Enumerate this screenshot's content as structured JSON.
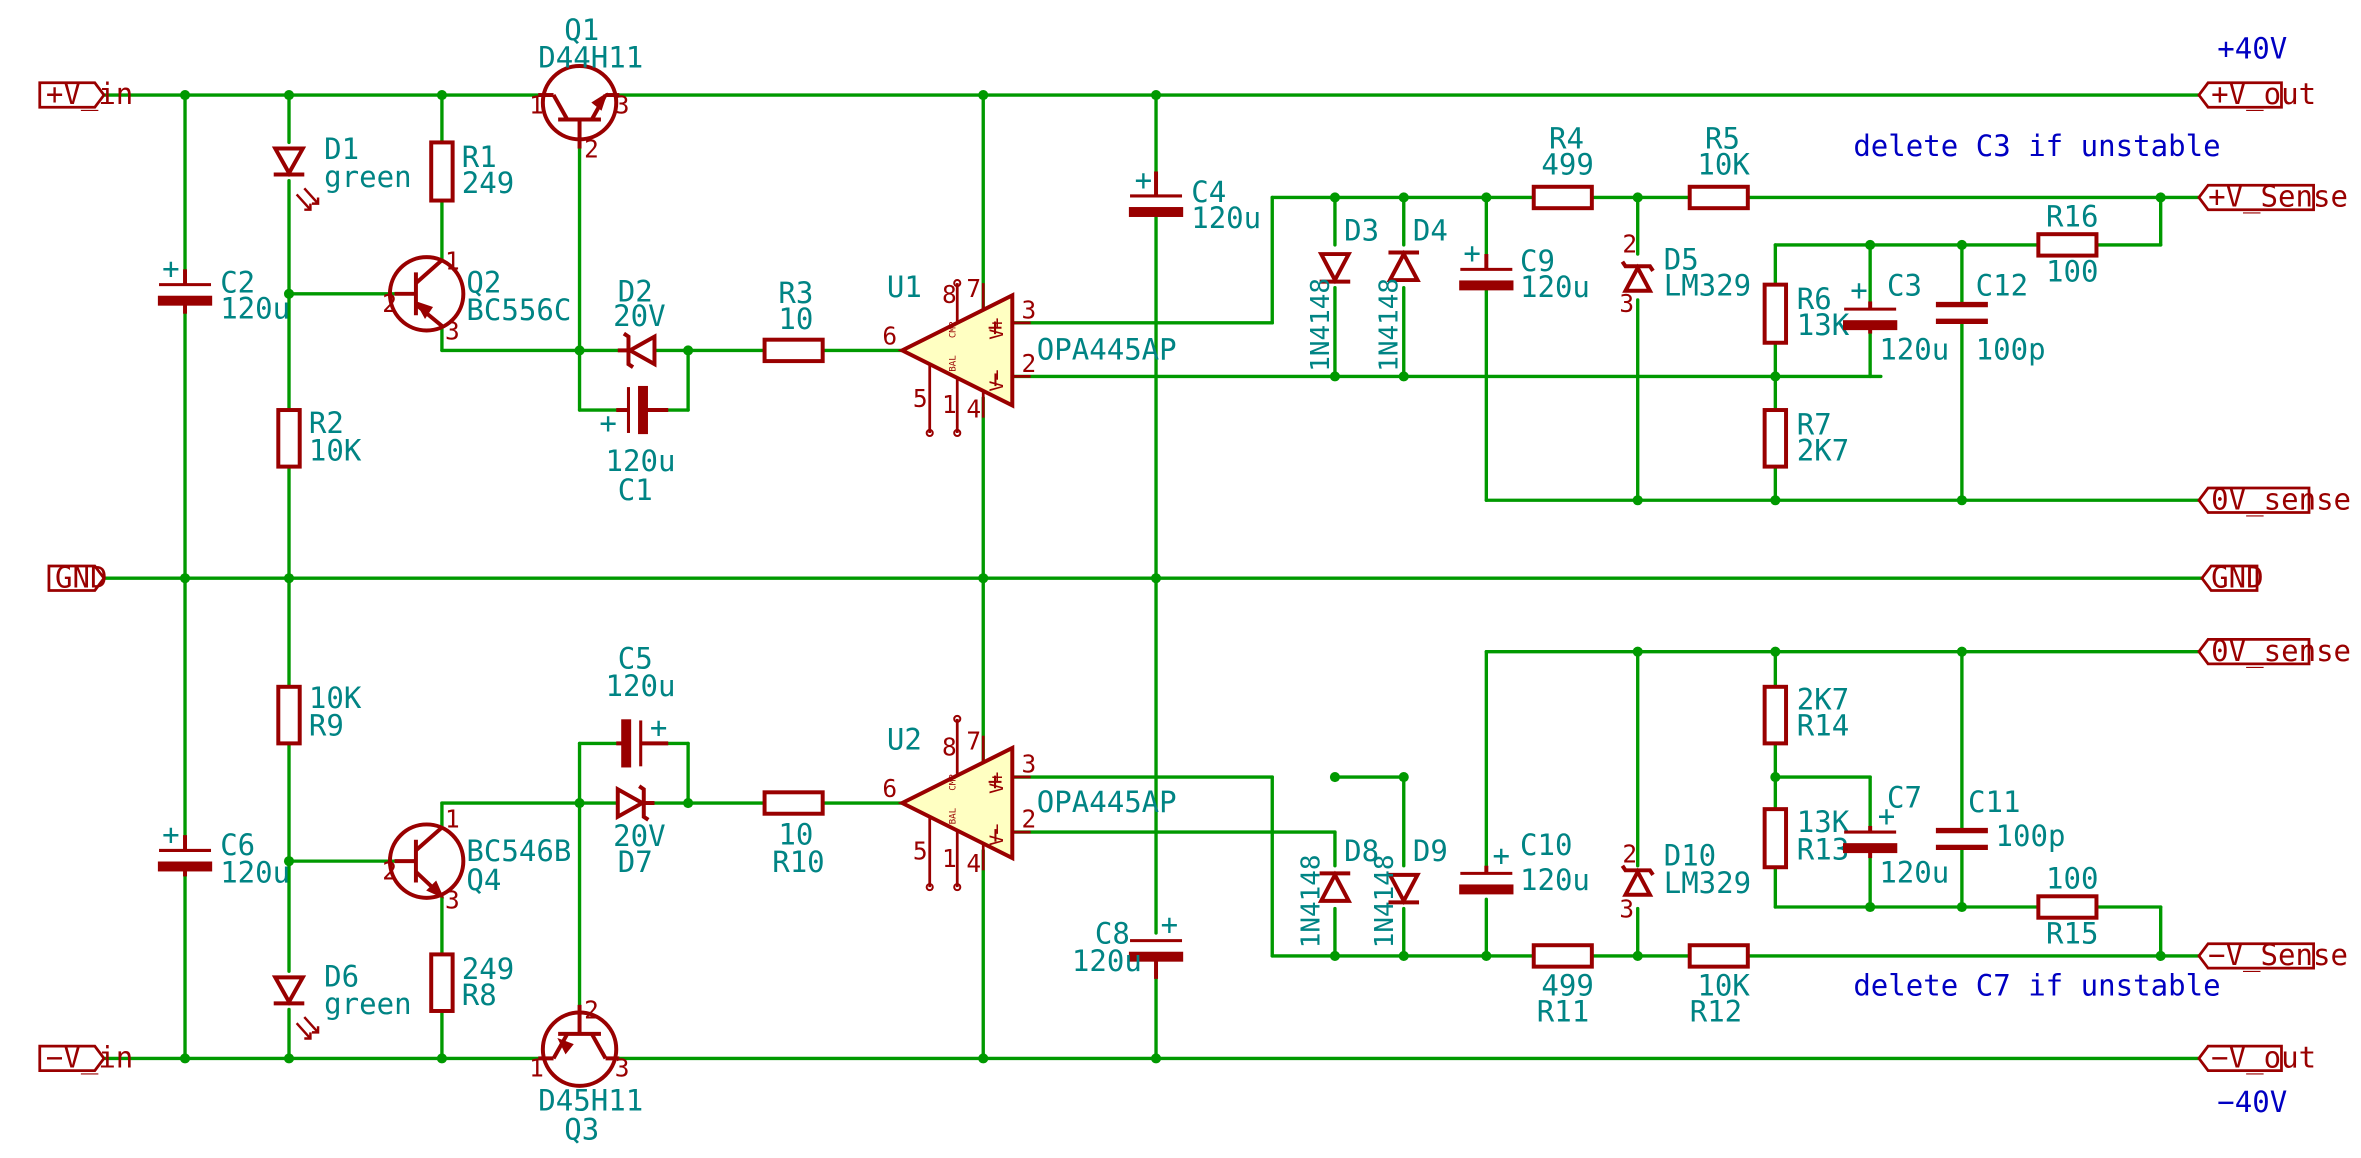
{
  "ports": {
    "vin_pos": "+V_in",
    "vin_neg": "−V_in",
    "gnd_left": "GND",
    "gnd_right": "GND",
    "vout_pos": "+V_out",
    "vout_neg": "−V_out",
    "vsense_pos": "+V_Sense",
    "vsense_neg": "−V_Sense",
    "ov_sense_top": "0V_sense",
    "ov_sense_bot": "0V_sense"
  },
  "rails": {
    "pos": "+40V",
    "neg": "−40V"
  },
  "notes": {
    "c3": "delete C3 if unstable",
    "c7": "delete C7 if unstable"
  },
  "components": {
    "q1": {
      "ref": "Q1",
      "value": "D44H11"
    },
    "q2": {
      "ref": "Q2",
      "value": "BC556C"
    },
    "q3": {
      "ref": "Q3",
      "value": "D45H11"
    },
    "q4": {
      "ref": "Q4",
      "value": "BC546B"
    },
    "d1": {
      "ref": "D1",
      "value": "green"
    },
    "d2": {
      "ref": "D2",
      "value": "20V"
    },
    "d3": {
      "ref": "D3",
      "value": "1N4148"
    },
    "d4": {
      "ref": "D4",
      "value": "1N4148"
    },
    "d5": {
      "ref": "D5",
      "value": "LM329"
    },
    "d6": {
      "ref": "D6",
      "value": "green"
    },
    "d7": {
      "ref": "D7",
      "value": "20V"
    },
    "d8": {
      "ref": "D8",
      "value": "1N4148"
    },
    "d9": {
      "ref": "D9",
      "value": "1N4148"
    },
    "d10": {
      "ref": "D10",
      "value": "LM329"
    },
    "r1": {
      "ref": "R1",
      "value": "249"
    },
    "r2": {
      "ref": "R2",
      "value": "10K"
    },
    "r3": {
      "ref": "R3",
      "value": "10"
    },
    "r4": {
      "ref": "R4",
      "value": "499"
    },
    "r5": {
      "ref": "R5",
      "value": "10K"
    },
    "r6": {
      "ref": "R6",
      "value": "13K"
    },
    "r7": {
      "ref": "R7",
      "value": "2K7"
    },
    "r8": {
      "ref": "R8",
      "value": "249"
    },
    "r9": {
      "ref": "R9",
      "value": "10K"
    },
    "r10": {
      "ref": "R10",
      "value": "10"
    },
    "r11": {
      "ref": "R11",
      "value": "499"
    },
    "r12": {
      "ref": "R12",
      "value": "10K"
    },
    "r13": {
      "ref": "R13",
      "value": "13K"
    },
    "r14": {
      "ref": "R14",
      "value": "2K7"
    },
    "r15": {
      "ref": "R15",
      "value": "100"
    },
    "r16": {
      "ref": "R16",
      "value": "100"
    },
    "c1": {
      "ref": "C1",
      "value": "120u"
    },
    "c2": {
      "ref": "C2",
      "value": "120u"
    },
    "c3": {
      "ref": "C3",
      "value": "120u"
    },
    "c4": {
      "ref": "C4",
      "value": "120u"
    },
    "c5": {
      "ref": "C5",
      "value": "120u"
    },
    "c6": {
      "ref": "C6",
      "value": "120u"
    },
    "c7": {
      "ref": "C7",
      "value": "120u"
    },
    "c8": {
      "ref": "C8",
      "value": "120u"
    },
    "c9": {
      "ref": "C9",
      "value": "120u"
    },
    "c10": {
      "ref": "C10",
      "value": "120u"
    },
    "c11": {
      "ref": "C11",
      "value": "100p"
    },
    "c12": {
      "ref": "C12",
      "value": "100p"
    },
    "u1": {
      "ref": "U1",
      "value": "OPA445AP"
    },
    "u2": {
      "ref": "U2",
      "value": "OPA445AP"
    }
  },
  "pins": {
    "one": "1",
    "two": "2",
    "three": "3",
    "four": "4",
    "five": "5",
    "six": "6",
    "seven": "7",
    "eight": "8",
    "vplus": "V+",
    "vminus": "V−",
    "inp": "+",
    "inn": "−",
    "cap_plus": "+",
    "ic_cmp": "CMP",
    "ic_bal": "BAL"
  }
}
